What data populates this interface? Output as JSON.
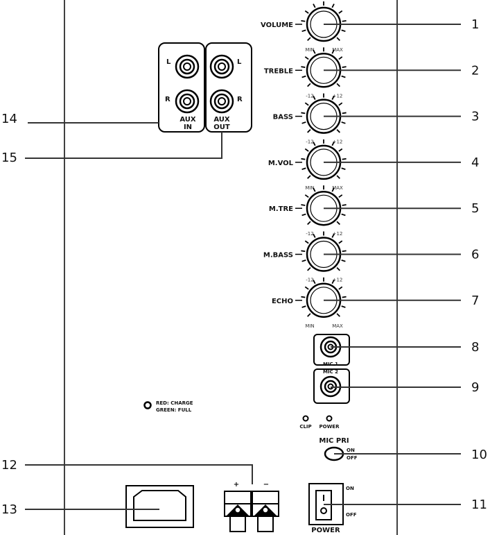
{
  "knobs": [
    {
      "label": "VOLUME",
      "min": "MIN",
      "max": "MAX",
      "callout": "1"
    },
    {
      "label": "TREBLE",
      "min": "-12",
      "max": "+12",
      "callout": "2"
    },
    {
      "label": "BASS",
      "min": "-12",
      "max": "+12",
      "callout": "3"
    },
    {
      "label": "M.VOL",
      "min": "MIN",
      "max": "MAX",
      "callout": "4"
    },
    {
      "label": "M.TRE",
      "min": "-12",
      "max": "+12",
      "callout": "5"
    },
    {
      "label": "M.BASS",
      "min": "-12",
      "max": "+12",
      "callout": "6"
    },
    {
      "label": "ECHO",
      "min": "MIN",
      "max": "MAX",
      "callout": "7"
    }
  ],
  "mic_jacks": [
    {
      "label": "MIC 1",
      "callout": "8"
    },
    {
      "label": "MIC 2",
      "callout": "9"
    }
  ],
  "indicators": {
    "clip": "CLIP",
    "power": "POWER"
  },
  "charge_led": {
    "red": "RED: CHARGE",
    "green": "GREEN: FULL"
  },
  "mic_pri": {
    "label": "MIC PRI",
    "on": "ON",
    "off": "OFF",
    "callout": "10"
  },
  "power_switch": {
    "label": "POWER",
    "on": "ON",
    "off": "OFF",
    "callout": "11"
  },
  "speaker_terminals": {
    "plus": "+",
    "minus": "−",
    "callout": "12"
  },
  "ac_inlet": {
    "callout": "13"
  },
  "aux_in": {
    "l": "L",
    "r": "R",
    "line1": "AUX",
    "line2": "IN",
    "callout": "14"
  },
  "aux_out": {
    "l": "L",
    "r": "R",
    "line1": "AUX",
    "line2": "OUT",
    "callout": "15"
  }
}
